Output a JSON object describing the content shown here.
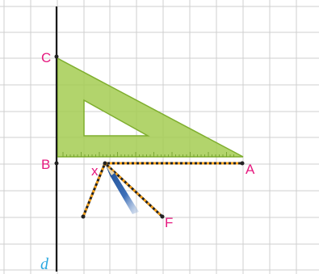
{
  "figure": {
    "labels": {
      "point_c": "C",
      "point_b": "B",
      "point_a": "A",
      "point_x": "x",
      "point_f": "F",
      "line_d": "d"
    },
    "colors": {
      "grid": "#cfcfcf",
      "line_d": "#1a1a1a",
      "point_label": "#e6197f",
      "line_label": "#29a8e0",
      "dash_dark": "#222222",
      "dash_orange": "#f7a21b",
      "set_square_fill": "#a5cd52",
      "set_square_edge": "#7fae2e",
      "pencil": "#2c5aa0"
    },
    "icons": {
      "set_square": "set-square-icon",
      "pencil": "pencil-icon"
    }
  }
}
